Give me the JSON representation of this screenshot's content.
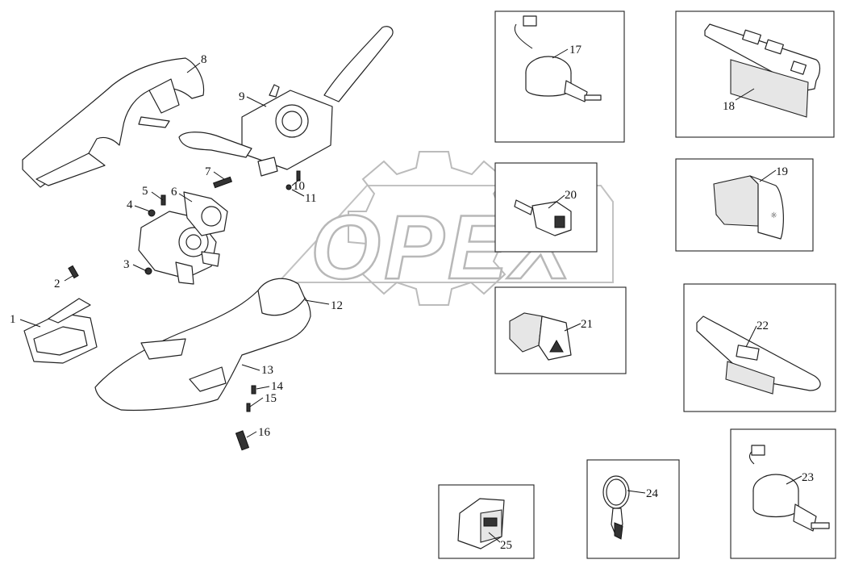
{
  "watermark": {
    "text": "OPEX",
    "color": "#bbbbbb"
  },
  "callouts": {
    "c1": "1",
    "c2": "2",
    "c3": "3",
    "c4": "4",
    "c5": "5",
    "c6": "6",
    "c7": "7",
    "c8": "8",
    "c9": "9",
    "c10": "10",
    "c11": "11",
    "c12": "12",
    "c13": "13",
    "c14": "14",
    "c15": "15",
    "c16": "16",
    "c17": "17",
    "c18": "18",
    "c19": "19",
    "c20": "20",
    "c21": "21",
    "c22": "22",
    "c23": "23",
    "c24": "24",
    "c25": "25"
  },
  "icons": {
    "warning": "hazard-triangle-icon",
    "fog": "fog-light-icon"
  }
}
